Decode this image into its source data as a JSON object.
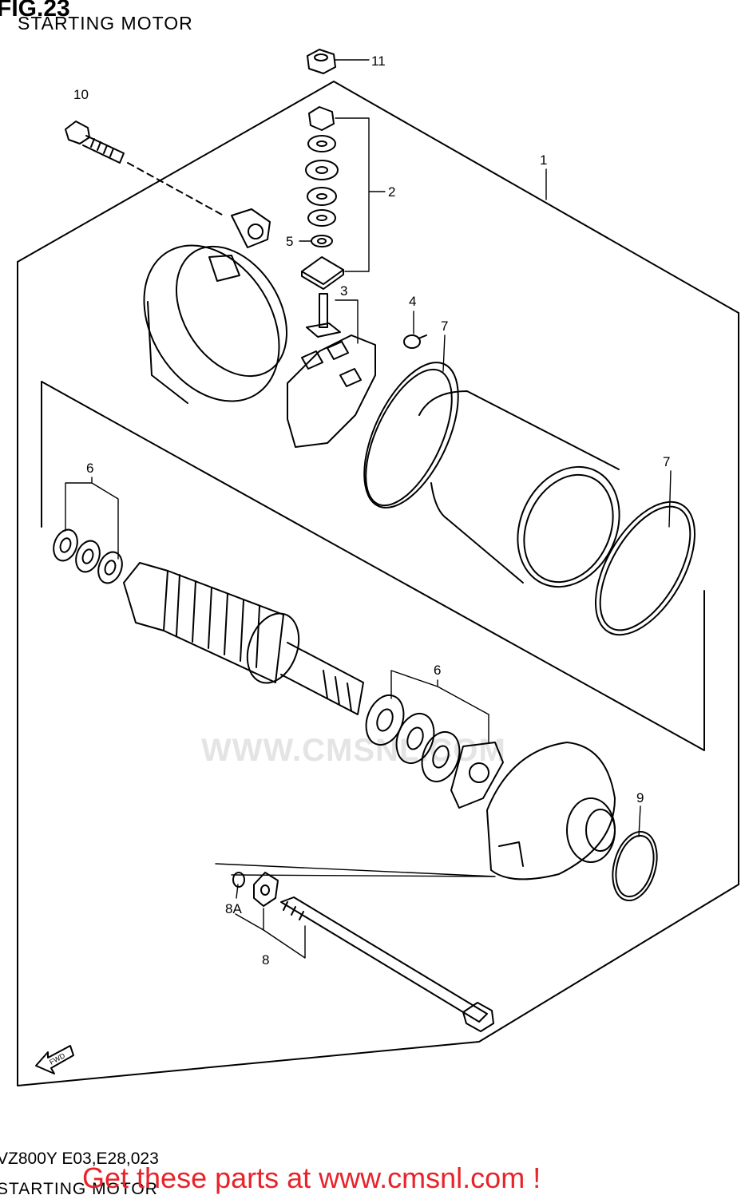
{
  "figure": {
    "title": "FIG.23",
    "subtitle": "STARTING MOTOR"
  },
  "callouts": [
    "11",
    "10",
    "1",
    "2",
    "5",
    "3",
    "4",
    "7",
    "6",
    "7",
    "6",
    "9",
    "8A",
    "8"
  ],
  "footer": {
    "model_code": "VZ800Y E03,E28,023",
    "section_name": "STARTING MOTOR"
  },
  "cta": {
    "text": "Get these parts at www.cmsnl.com !"
  },
  "watermark": {
    "text": "WWW.CMSNL.COM"
  },
  "fwd_label": "FWD",
  "colors": {
    "line": "#000000",
    "cta": "#e8232a",
    "watermark": "#e4e4e4"
  }
}
